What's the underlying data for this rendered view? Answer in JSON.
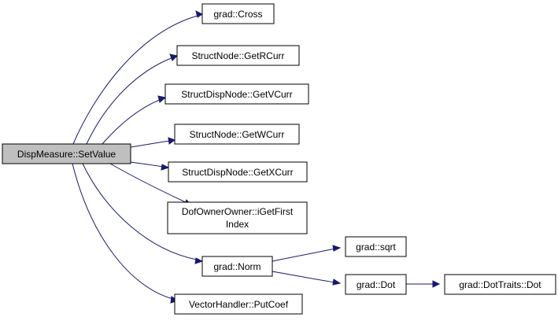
{
  "nodes": {
    "root": {
      "label": "DispMeasure::SetValue"
    },
    "cross": {
      "label": "grad::Cross"
    },
    "getrcurr": {
      "label": "StructNode::GetRCurr"
    },
    "getvcurr": {
      "label": "StructDispNode::GetVCurr"
    },
    "getwcurr": {
      "label": "StructNode::GetWCurr"
    },
    "getxcurr": {
      "label": "StructDispNode::GetXCurr"
    },
    "igetfirst": {
      "line1": "DofOwnerOwner::iGetFirst",
      "line2": "Index"
    },
    "norm": {
      "label": "grad::Norm"
    },
    "putcoef": {
      "label": "VectorHandler::PutCoef"
    },
    "sqrt": {
      "label": "grad::sqrt"
    },
    "dot": {
      "label": "grad::Dot"
    },
    "dottraits": {
      "label": "grad::DotTraits::Dot"
    }
  },
  "colors": {
    "edge": "#191970",
    "root_fill": "#bfbfbf",
    "node_fill": "#ffffff",
    "node_border": "#000000"
  }
}
